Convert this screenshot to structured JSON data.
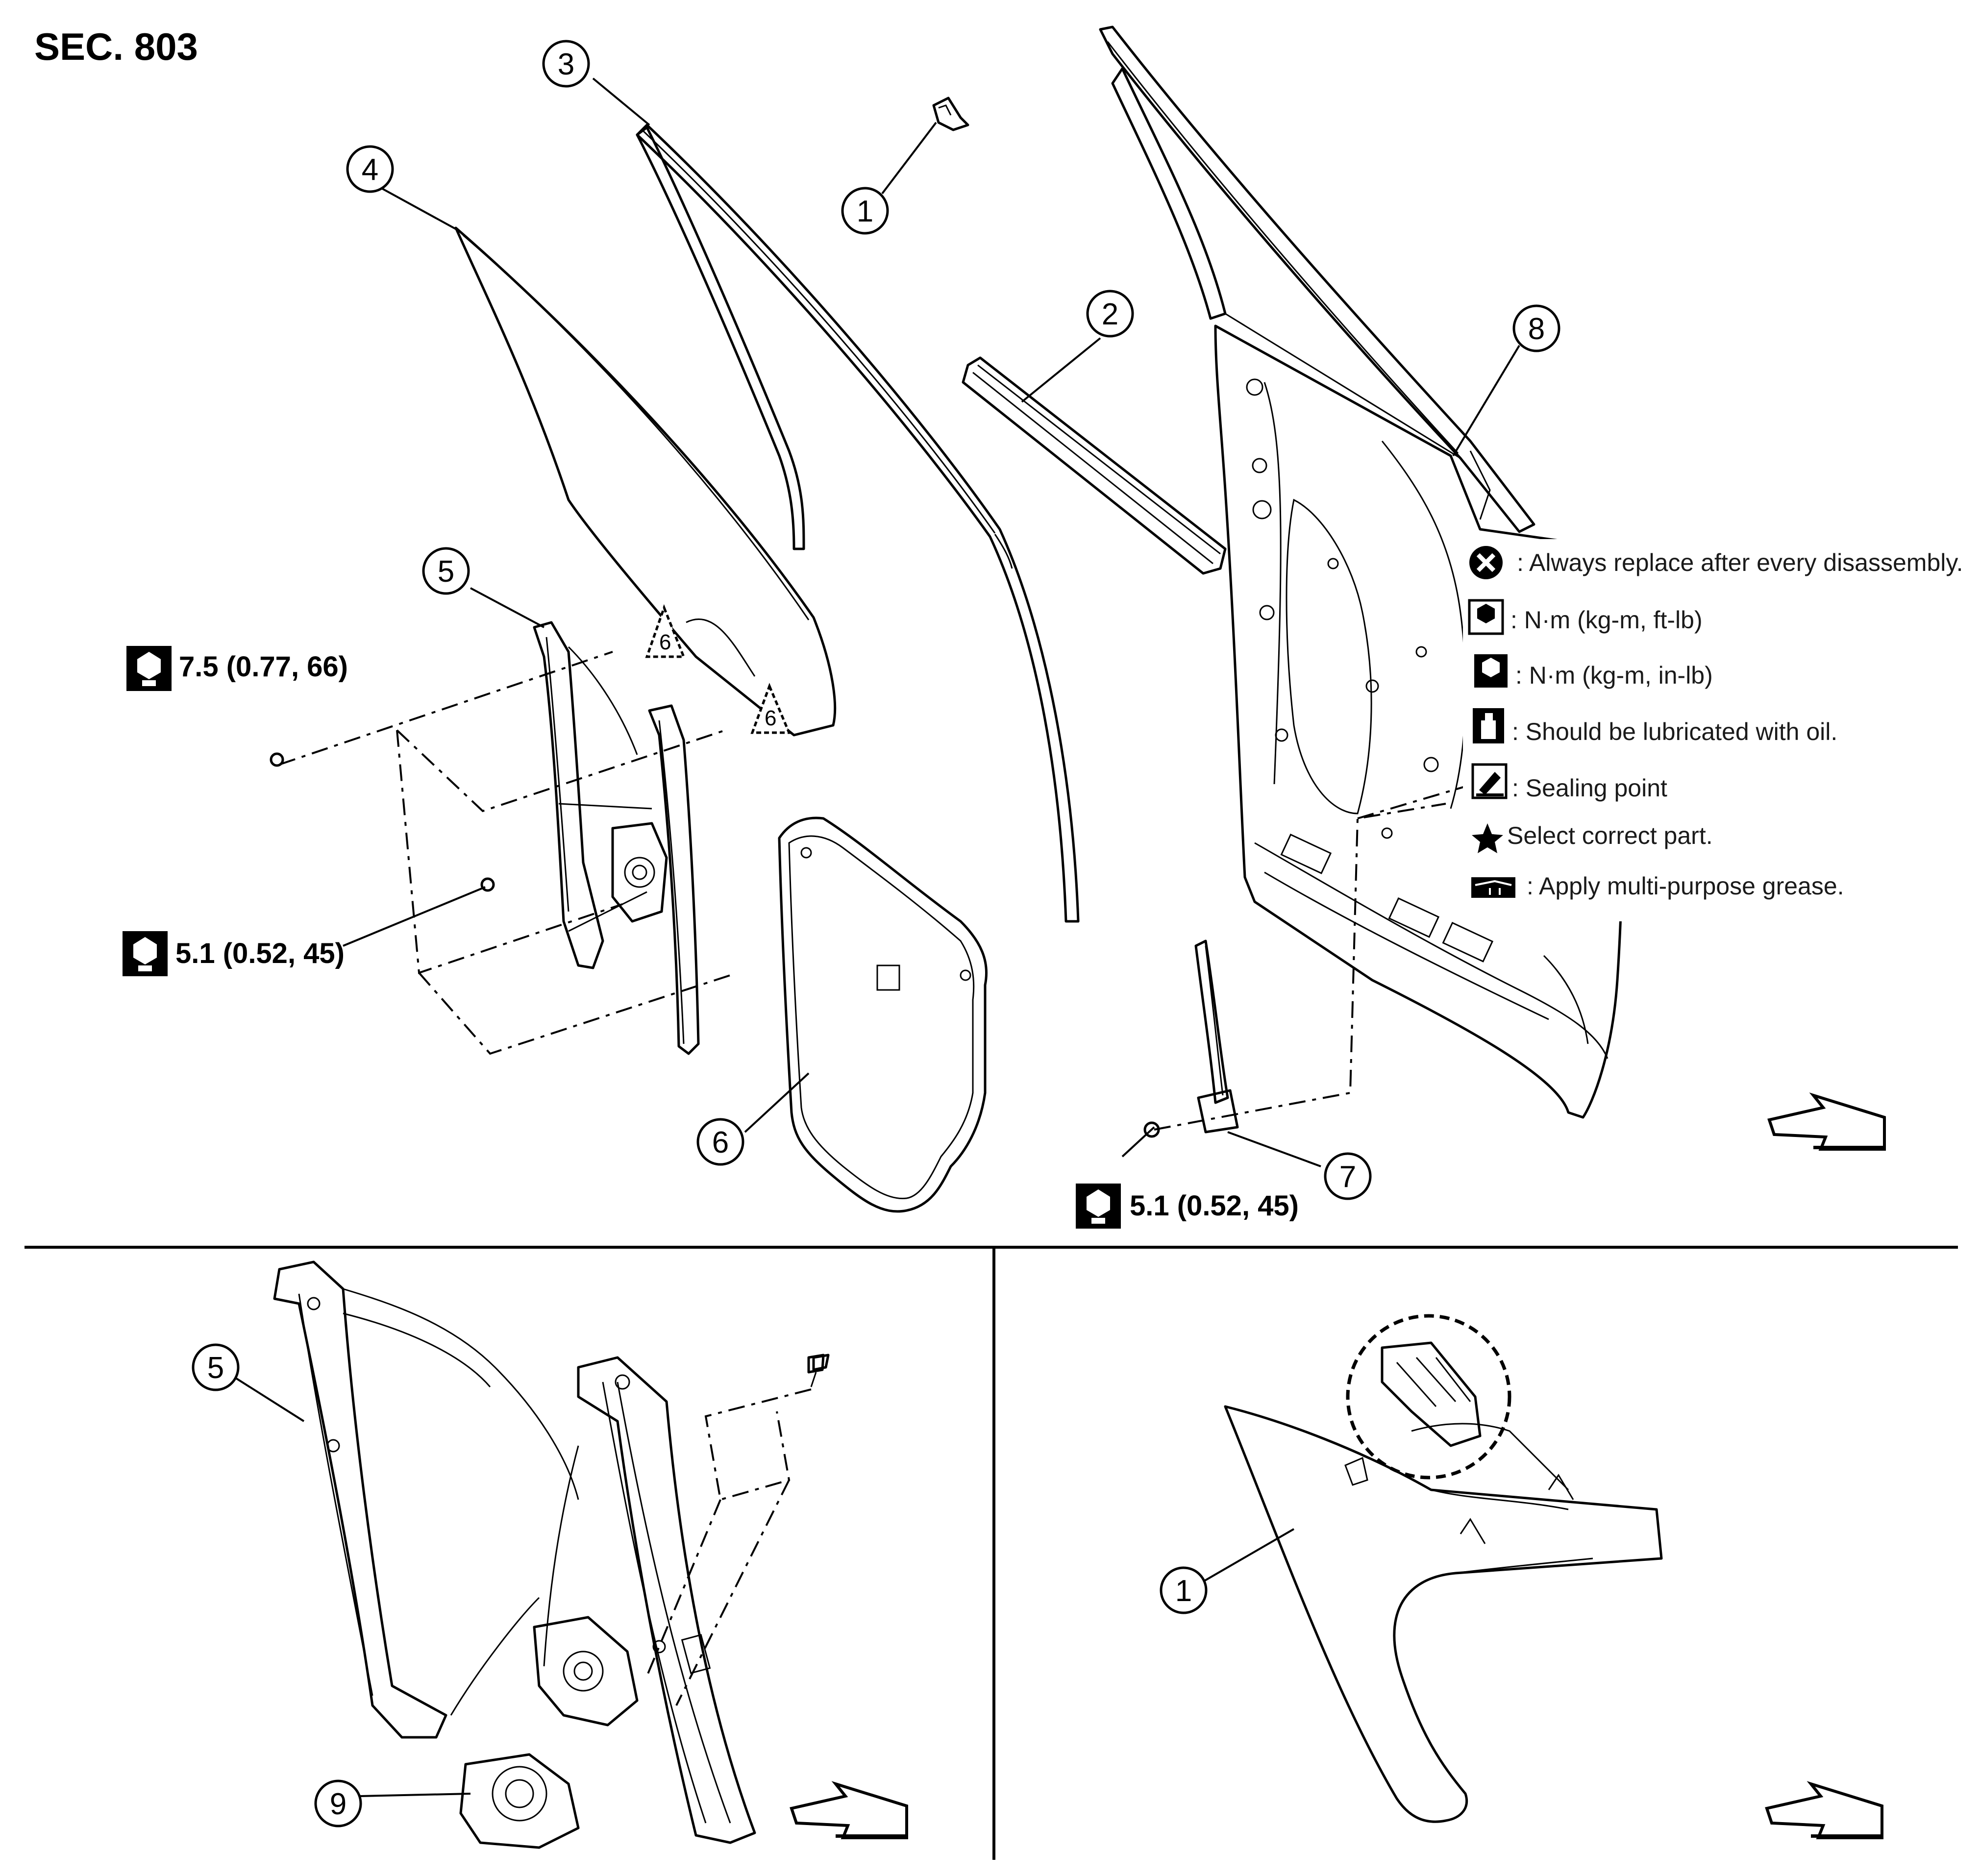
{
  "section_label": "SEC. 803",
  "callouts": {
    "c1": "1",
    "c2": "2",
    "c3": "3",
    "c4": "4",
    "c5": "5",
    "c6": "6",
    "c7": "7",
    "c8": "8",
    "c5b": "5",
    "c9": "9",
    "c1b": "1"
  },
  "torque": {
    "t1": "7.5 (0.77, 66)",
    "t2": "5.1 (0.52, 45)",
    "t3": "5.1 (0.52, 45)"
  },
  "legend": [
    {
      "icon": "replace-icon",
      "text": ": Always replace after every disassembly."
    },
    {
      "icon": "torque-ftlb-icon",
      "text": ": N·m (kg-m, ft-lb)"
    },
    {
      "icon": "torque-inlb-icon",
      "text": ": N·m (kg-m, in-lb)"
    },
    {
      "icon": "oil-icon",
      "text": ": Should be lubricated with oil."
    },
    {
      "icon": "sealing-icon",
      "text": ": Sealing point"
    },
    {
      "icon": "star-icon",
      "text": "Select correct part."
    },
    {
      "icon": "grease-icon",
      "text": ": Apply multi-purpose grease."
    }
  ]
}
